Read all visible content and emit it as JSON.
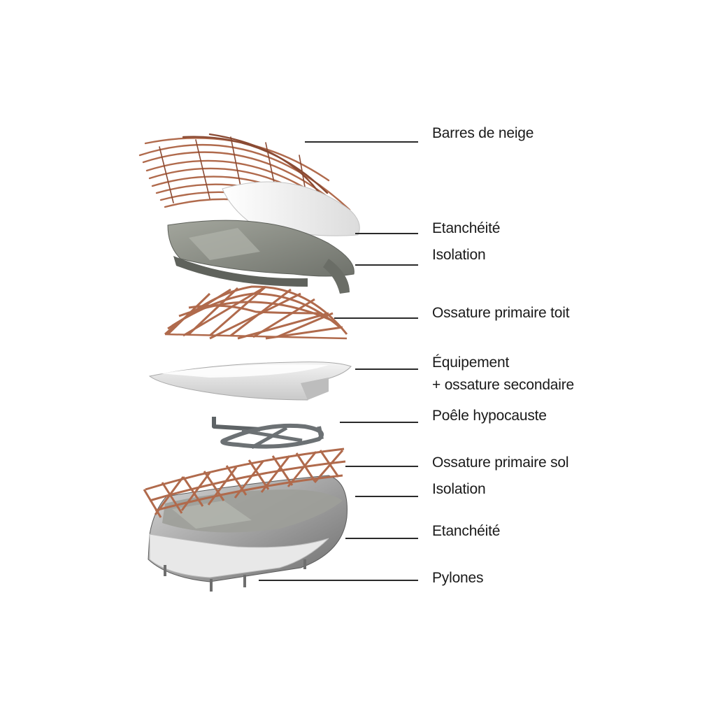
{
  "labels": {
    "barres_de_neige": "Barres de neige",
    "etancheite_toit": "Etanchéité",
    "isolation_toit": "Isolation",
    "ossature_primaire_toit": "Ossature primaire toit",
    "equipement_line1": "Équipement",
    "equipement_line2": "+ ossature secondaire",
    "poele_hypocauste": "Poêle hypocauste",
    "ossature_primaire_sol": "Ossature primaire sol",
    "isolation_sol": "Isolation",
    "etancheite_sol": "Etanchéité",
    "pylones": "Pylones"
  },
  "colors": {
    "timber": "#b06a4c",
    "timber_dark": "#8a4a33",
    "insulation": "#8e9189",
    "membrane": "#f2f2f2",
    "leader": "#2a2a2a"
  }
}
